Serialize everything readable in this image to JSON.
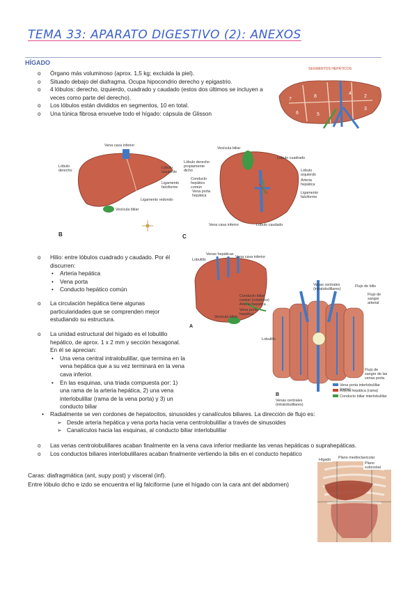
{
  "title": "TEMA 33:  APARATO DIGESTIVO (2): ANEXOS",
  "section": "HÍGADO",
  "bullets_top": [
    "Órgano más voluminoso (aprox. 1,5 kg; excluida la piel).",
    "Situado debajo del diafragma. Ocupa hipocondrio derecho y epigastrio.",
    "4 lóbulos: derecho, izquierdo, cuadrado y caudado (estos dos últimos se incluyen a veces como parte del derecho).",
    "Los lóbulos están divididos en segmentos, 10 en total.",
    "Una túnica fibrosa envuelve todo el hígado: cápsula de Glisson"
  ],
  "hilio": {
    "text": "Hilio: entre lóbulos cuadrado y caudado. Por él discurren:",
    "items": [
      "Arteria hepática",
      "Vena porta",
      "Conducto hepático común"
    ]
  },
  "circulacion": "La circulación hepática tiene algunas particularidades que se comprenden mejor estudiando su estructura.",
  "unidad": {
    "text": "La unidad estructural del hígado es el lobulillo hepático, de aprox. 1 x 2 mm y sección hexagonal. En él se aprecian:",
    "items": [
      "Una vena central intralobulillar, que termina en la vena hepática que a su vez terminará en la vena cava inferior.",
      "En las esquinas, una triada compuesta por: 1) una rama de la arteria hepática, 2) una vena interlobulillar (rama de la vena porta) y 3) un conducto biliar",
      "Radialmente se ven cordones de hepatocitos, sinusoides y canalículos biliares. La dirección de flujo es:"
    ],
    "arrows": [
      "Desde arteria hepática y vena porta hacia vena centrolobulillar a través de sinusoides",
      "Canalículos hacia las esquinas, al conducto biliar interlobulillar"
    ]
  },
  "bullets_bottom": [
    "Las venas centrolobulillares acaban finalmente en la vena cava inferior mediante las venas hepáticas o suprahepáticas.",
    "Los conductos biliares interlobulillares acaban finalmente vertiendo la bilis en el conducto hepático"
  ],
  "caras_1": "Caras: diafragmática (ant, supy post) y visceral (inf).",
  "caras_2": "Entre lóbulo dcho e izdo se encuentra el lig falciforme (une el hígado con la cara ant del abdomen)",
  "fig_segments": {
    "title": "SEGMENTOS HEPÁTICOS"
  },
  "fig_b": {
    "letter": "B",
    "labels": [
      "Vena cava inferior",
      "Lóbulo derecho",
      "Lóbulo izquierdo",
      "Ligamento falciforme",
      "Ligamento redondo",
      "Vesícula biliar"
    ]
  },
  "fig_c": {
    "letter": "C",
    "labels": [
      "Vesícula biliar",
      "Lóbulo cuadrado",
      "Lóbulo derecho propiamente dicho",
      "Lóbulo izquierdo",
      "Arteria hepática",
      "Conducto hepático común",
      "Vena porta hepática",
      "Ligamento falciforme",
      "Vena cava inferior",
      "Lóbulo caudado"
    ]
  },
  "fig_lobule": {
    "letters": [
      "A",
      "B"
    ],
    "labels": [
      "Venas hepáticas",
      "Lobulillo",
      "Vena cava inferior",
      "Venas centrales (intralobulillares)",
      "Flujo de bilis",
      "Flujo de sangre arterial",
      "Conducto biliar común (colédoco)",
      "Arteria hepática",
      "Vena porta hepática",
      "Vesícula biliar",
      "Lobulillo",
      "Flujo de sangre de las venas porta",
      "Venas centrales (intralobulillares)"
    ],
    "legend": [
      "Vena porta interlobulillar (rama)",
      "Arteria hepática (rama)",
      "Conducto biliar interlobulillar"
    ]
  },
  "fig_abdomen": {
    "labels": [
      "Hígado",
      "Plano medioclavicular",
      "Plano subcostal"
    ]
  },
  "colors": {
    "title": "#3a5fcf",
    "underline": "#e14b8a",
    "liver": "#c8604a",
    "gall": "#3e9a45",
    "vein": "#3f79c6"
  }
}
